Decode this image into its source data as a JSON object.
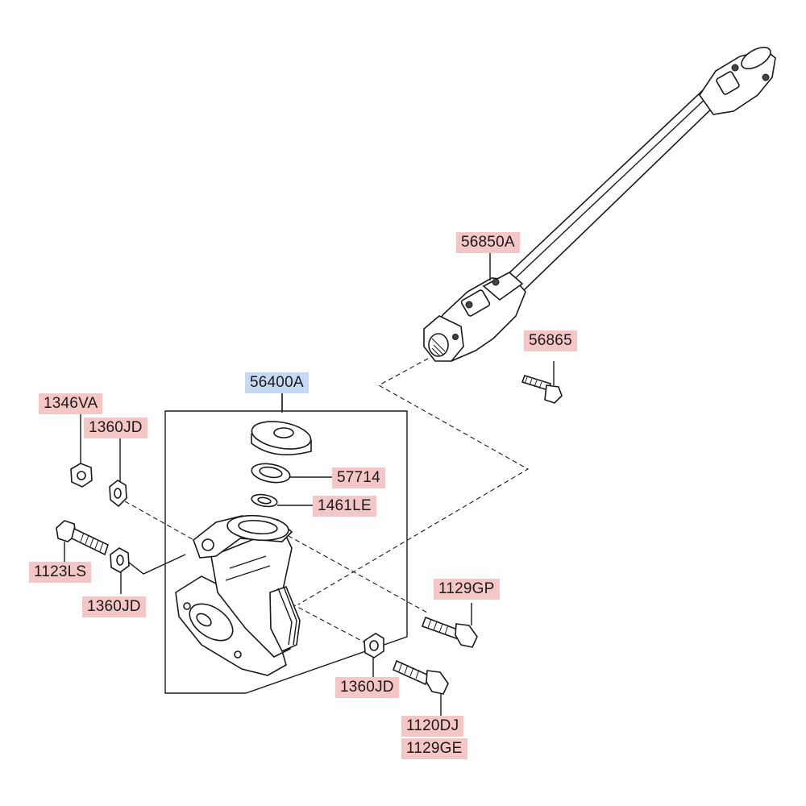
{
  "colors": {
    "part_label_bg": "#f4c6c6",
    "assembly_label_bg": "#c5daf2",
    "line": "#1a1a1a"
  },
  "labels": {
    "shaft": "56850A",
    "shaft_bolt": "56865",
    "assembly": "56400A",
    "nut_top": "1346VA",
    "washer_top": "1360JD",
    "bearing": "57714",
    "snap_ring": "1461LE",
    "bolt_left": "1123LS",
    "washer_left": "1360JD",
    "bolt_right_upper": "1129GP",
    "washer_bottom": "1360JD",
    "bolt_bottom_a": "1120DJ",
    "bolt_bottom_b": "1129GE"
  }
}
